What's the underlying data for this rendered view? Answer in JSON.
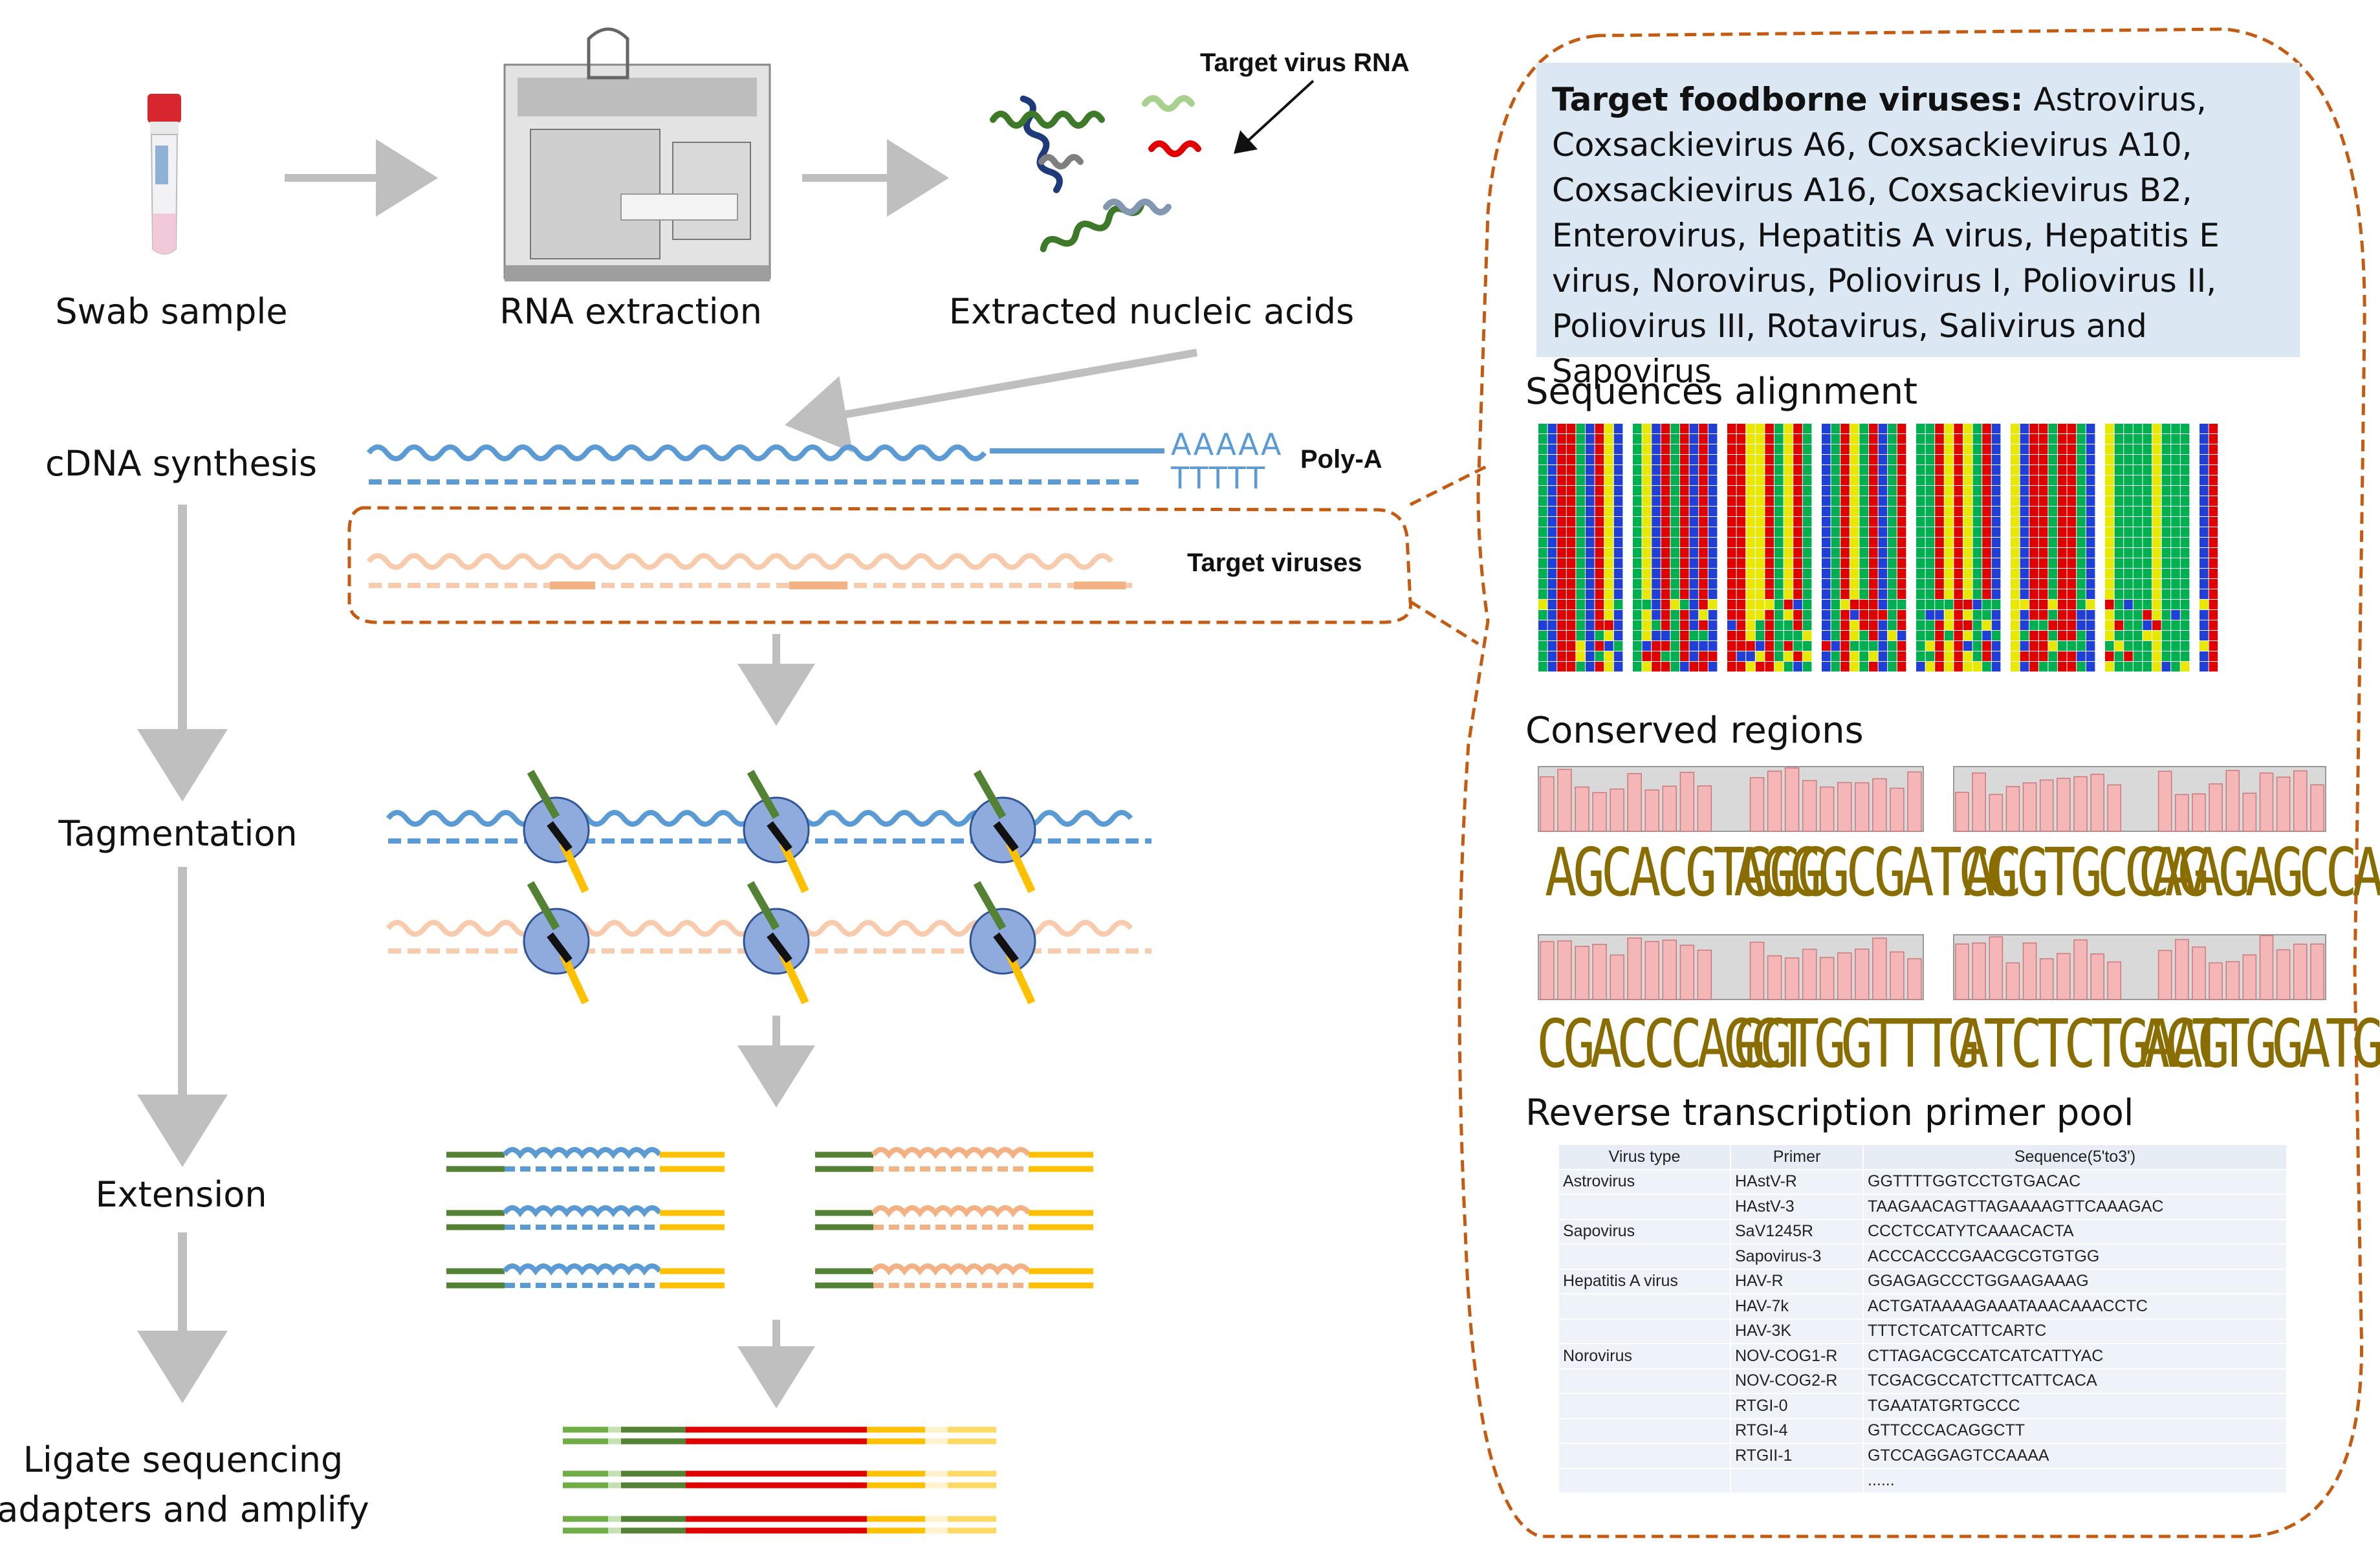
{
  "steps": {
    "swab": "Swab sample",
    "extraction": "RNA extraction",
    "extracted": "Extracted nucleic acids",
    "cdna": "cDNA synthesis",
    "tagmentation": "Tagmentation",
    "extension": "Extension",
    "ligate_line1": "Ligate sequencing",
    "ligate_line2": "adapters and amplify"
  },
  "annotations": {
    "target_virus_rna": "Target virus RNA",
    "poly_a": "Poly-A",
    "polyA_seq": "AAAAA",
    "polyT_seq": "TTTTT",
    "target_viruses": "Target viruses"
  },
  "panel": {
    "virus_box_title": "Target foodborne viruses:",
    "virus_box_body": "Astrovirus, Coxsackievirus A6, Coxsackievirus A10, Coxsackievirus A16, Coxsackievirus B2, Enterovirus, Hepatitis A virus, Hepatitis E virus, Norovirus, Poliovirus I, Poliovirus II, Poliovirus III, Rotavirus, Salivirus and Sapovirus",
    "alignment_heading": "Sequences alignment",
    "conserved_heading": "Conserved regions",
    "primer_heading": "Reverse transcription primer pool"
  },
  "logos": [
    {
      "left": "AGCACGTGGG",
      "right": "AGGGCGATCG"
    },
    {
      "left": "ACGTGCCAG",
      "right": "CAAGAGCCA"
    },
    {
      "left": "CGACCCAGCT",
      "right": "GGTGGTTTG"
    },
    {
      "left": "ATCTCTGAAG",
      "right": "ACTTGGATGG"
    }
  ],
  "primer_table": {
    "columns": [
      "Virus type",
      "Primer",
      "Sequence(5'to3')"
    ],
    "rows": [
      [
        "Astrovirus",
        "HAstV-R",
        "GGTTTTGGTCCTGTGACAC"
      ],
      [
        "",
        "HAstV-3",
        "TAAGAACAGTTAGAAAAGTTCAAAGAC"
      ],
      [
        "Sapovirus",
        "SaV1245R",
        "CCCTCCATYTCAAACACTA"
      ],
      [
        "",
        "Sapovirus-3",
        "ACCCACCCGAACGCGTGTGG"
      ],
      [
        "Hepatitis A virus",
        "HAV-R",
        "GGAGAGCCCTGGAAGAAAG"
      ],
      [
        "",
        "HAV-7k",
        "ACTGATAAAAGAAATAAACAAACCTC"
      ],
      [
        "",
        "HAV-3K",
        "TTTCTCATCATTCARTC"
      ],
      [
        "Norovirus",
        "NOV-COG1-R",
        "CTTAGACGCCATCATCATTYAC"
      ],
      [
        "",
        "NOV-COG2-R",
        "TCGACGCCATCTTCATTCACA"
      ],
      [
        "",
        "RTGI-0",
        "TGAATATGRTGCCC"
      ],
      [
        "",
        "RTGI-4",
        "GTTCCCACAGGCTT"
      ],
      [
        "",
        "RTGII-1",
        "GTCCAGGAGTCCAAAA"
      ],
      [
        "",
        "",
        "......"
      ]
    ]
  },
  "colors": {
    "arrow_gray": "#bfbfbf",
    "blue_strand": "#5b9bd5",
    "peach_strand": "#f4b183",
    "dash_orange": "#c55a11",
    "adapter_green": "#548235",
    "adapter_yellow": "#ffc000",
    "insert_red": "#e00000",
    "transposase": "#8faadc",
    "box_blue": "#dbe8f4",
    "logo_bar": "#f4b6b6"
  }
}
